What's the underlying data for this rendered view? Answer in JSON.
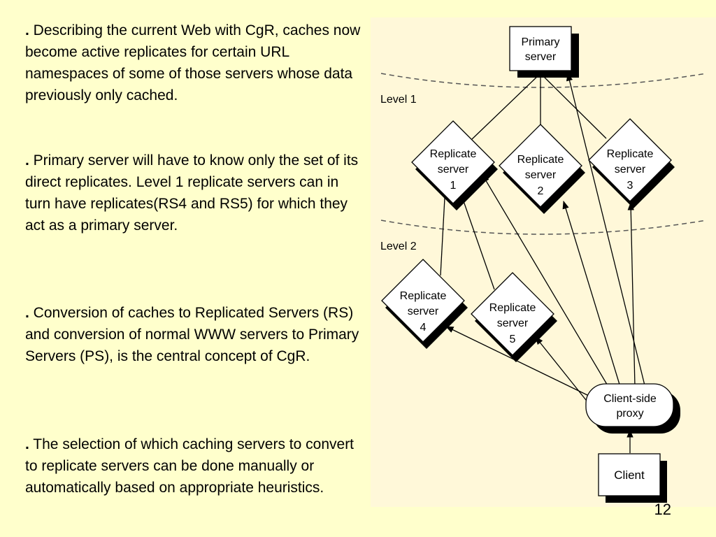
{
  "bullets": [
    {
      "marker": ".",
      "text": " Describing the current Web with CgR, caches now become active replicates for certain URL namespaces of some of those servers whose data previously only cached."
    },
    {
      "marker": ".",
      "text": " Primary server will have to know only the set of its direct replicates. Level 1 replicate servers can in turn have replicates(RS4 and RS5) for which they act as a primary server."
    },
    {
      "marker": ".",
      "text": " Conversion of caches to Replicated Servers (RS) and conversion of normal WWW servers to Primary Servers (PS), is the central concept of CgR."
    },
    {
      "marker": ".",
      "text": " The selection of which caching servers to convert to replicate servers can be done manually or automatically based on appropriate heuristics."
    }
  ],
  "diagram": {
    "primary_server": [
      "Primary",
      "server"
    ],
    "level1_label": "Level 1",
    "level2_label": "Level 2",
    "rs1": [
      "Replicate",
      "server",
      "1"
    ],
    "rs2": [
      "Replicate",
      "server",
      "2"
    ],
    "rs3": [
      "Replicate",
      "server",
      "3"
    ],
    "rs4": [
      "Replicate",
      "server",
      "4"
    ],
    "rs5": [
      "Replicate",
      "server",
      "5"
    ],
    "proxy": [
      "Client-side",
      "proxy"
    ],
    "client": "Client"
  },
  "page_number": "12",
  "colors": {
    "background": "#ffffcc",
    "figure_background": "#fff8d9"
  }
}
